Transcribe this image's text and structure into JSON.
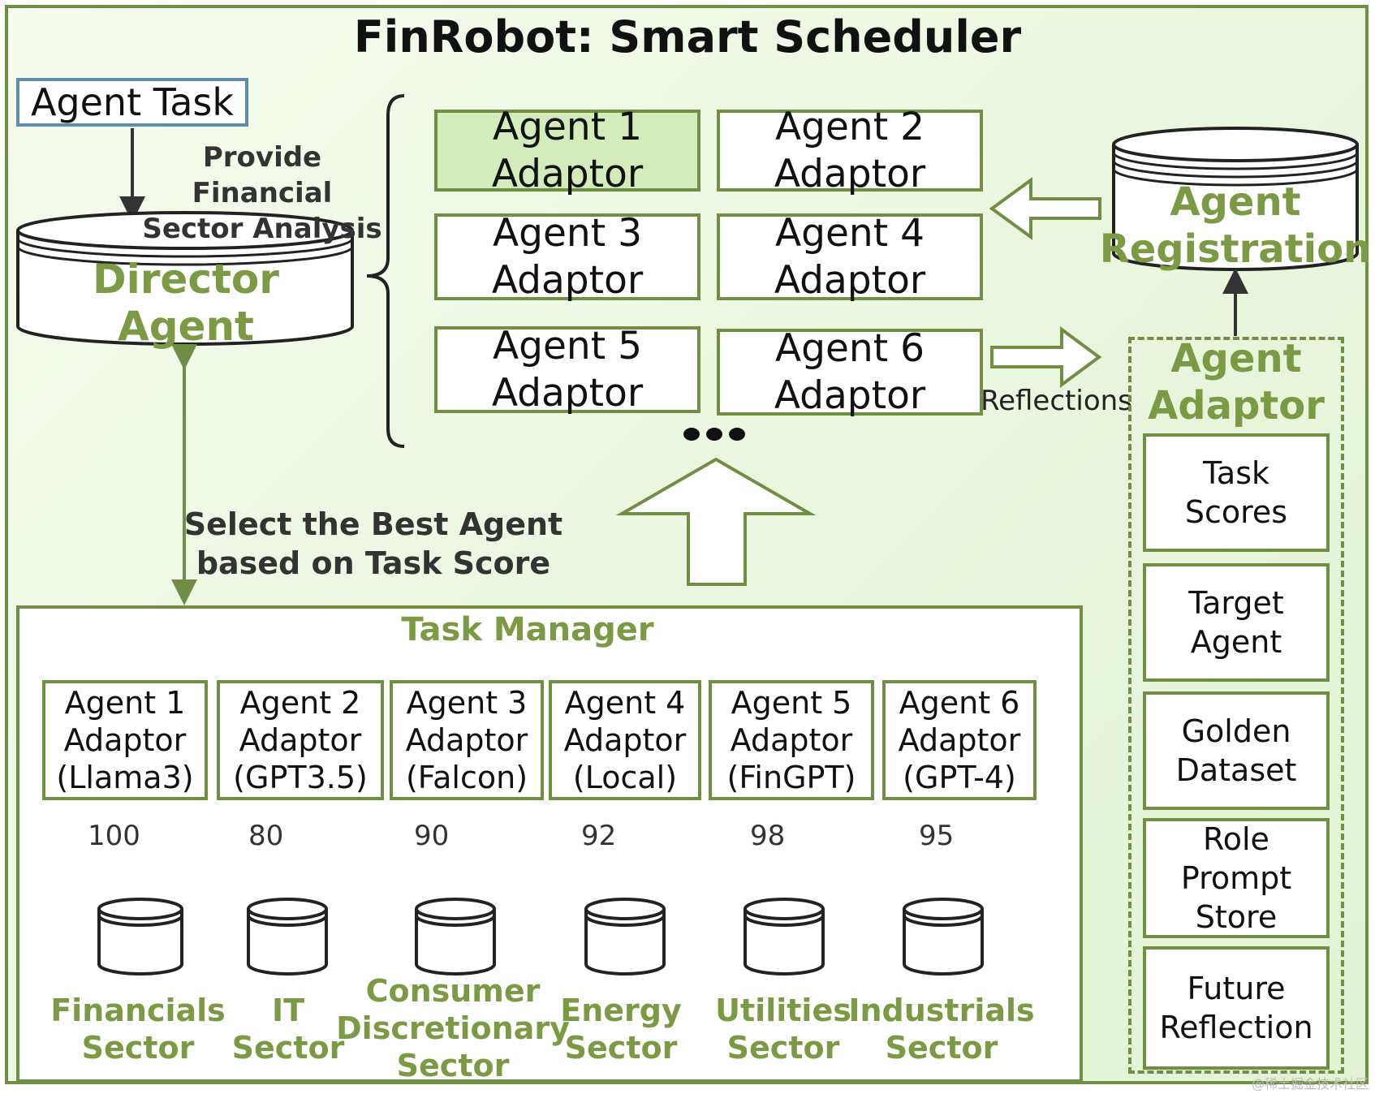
{
  "title": "FinRobot: Smart Scheduler",
  "agent_task": "Agent Task",
  "provide_label": "Provide Financial\nSector Analysis",
  "director_agent": "Director Agent",
  "agent_registration": "Agent\nRegistration",
  "reflections": "Reflections",
  "select_label": "Select the Best Agent\nbased on Task Score",
  "adaptor_grid": [
    "Agent 1\nAdaptor",
    "Agent 2\nAdaptor",
    "Agent 3\nAdaptor",
    "Agent 4\nAdaptor",
    "Agent 5\nAdaptor",
    "Agent 6\nAdaptor"
  ],
  "task_manager": {
    "title": "Task Manager",
    "adaptors": [
      {
        "label": "Agent 1\nAdaptor\n(Llama3)",
        "score": "100"
      },
      {
        "label": "Agent 2\nAdaptor\n(GPT3.5)",
        "score": "80"
      },
      {
        "label": "Agent 3\nAdaptor\n(Falcon)",
        "score": "90"
      },
      {
        "label": "Agent 4\nAdaptor\n(Local)",
        "score": "92"
      },
      {
        "label": "Agent 5\nAdaptor\n(FinGPT)",
        "score": "98"
      },
      {
        "label": "Agent 6\nAdaptor\n(GPT-4)",
        "score": "95"
      }
    ],
    "sectors": [
      "Financials\nSector",
      "IT\nSector",
      "Consumer\nDiscretionary\nSector",
      "Energy\nSector",
      "Utilities\nSector",
      "Industrials\nSector"
    ]
  },
  "agent_adaptor": {
    "title": "Agent\nAdaptor",
    "items": [
      "Task\nScores",
      "Target\nAgent",
      "Golden\nDataset",
      "Role\nPrompt\nStore",
      "Future\nReflection"
    ]
  },
  "watermark": "@稀土掘金技术社区",
  "colors": {
    "accent_green": "#7a9a43",
    "border_green": "#6f8f45",
    "highlight_green": "#d4ecbc"
  }
}
